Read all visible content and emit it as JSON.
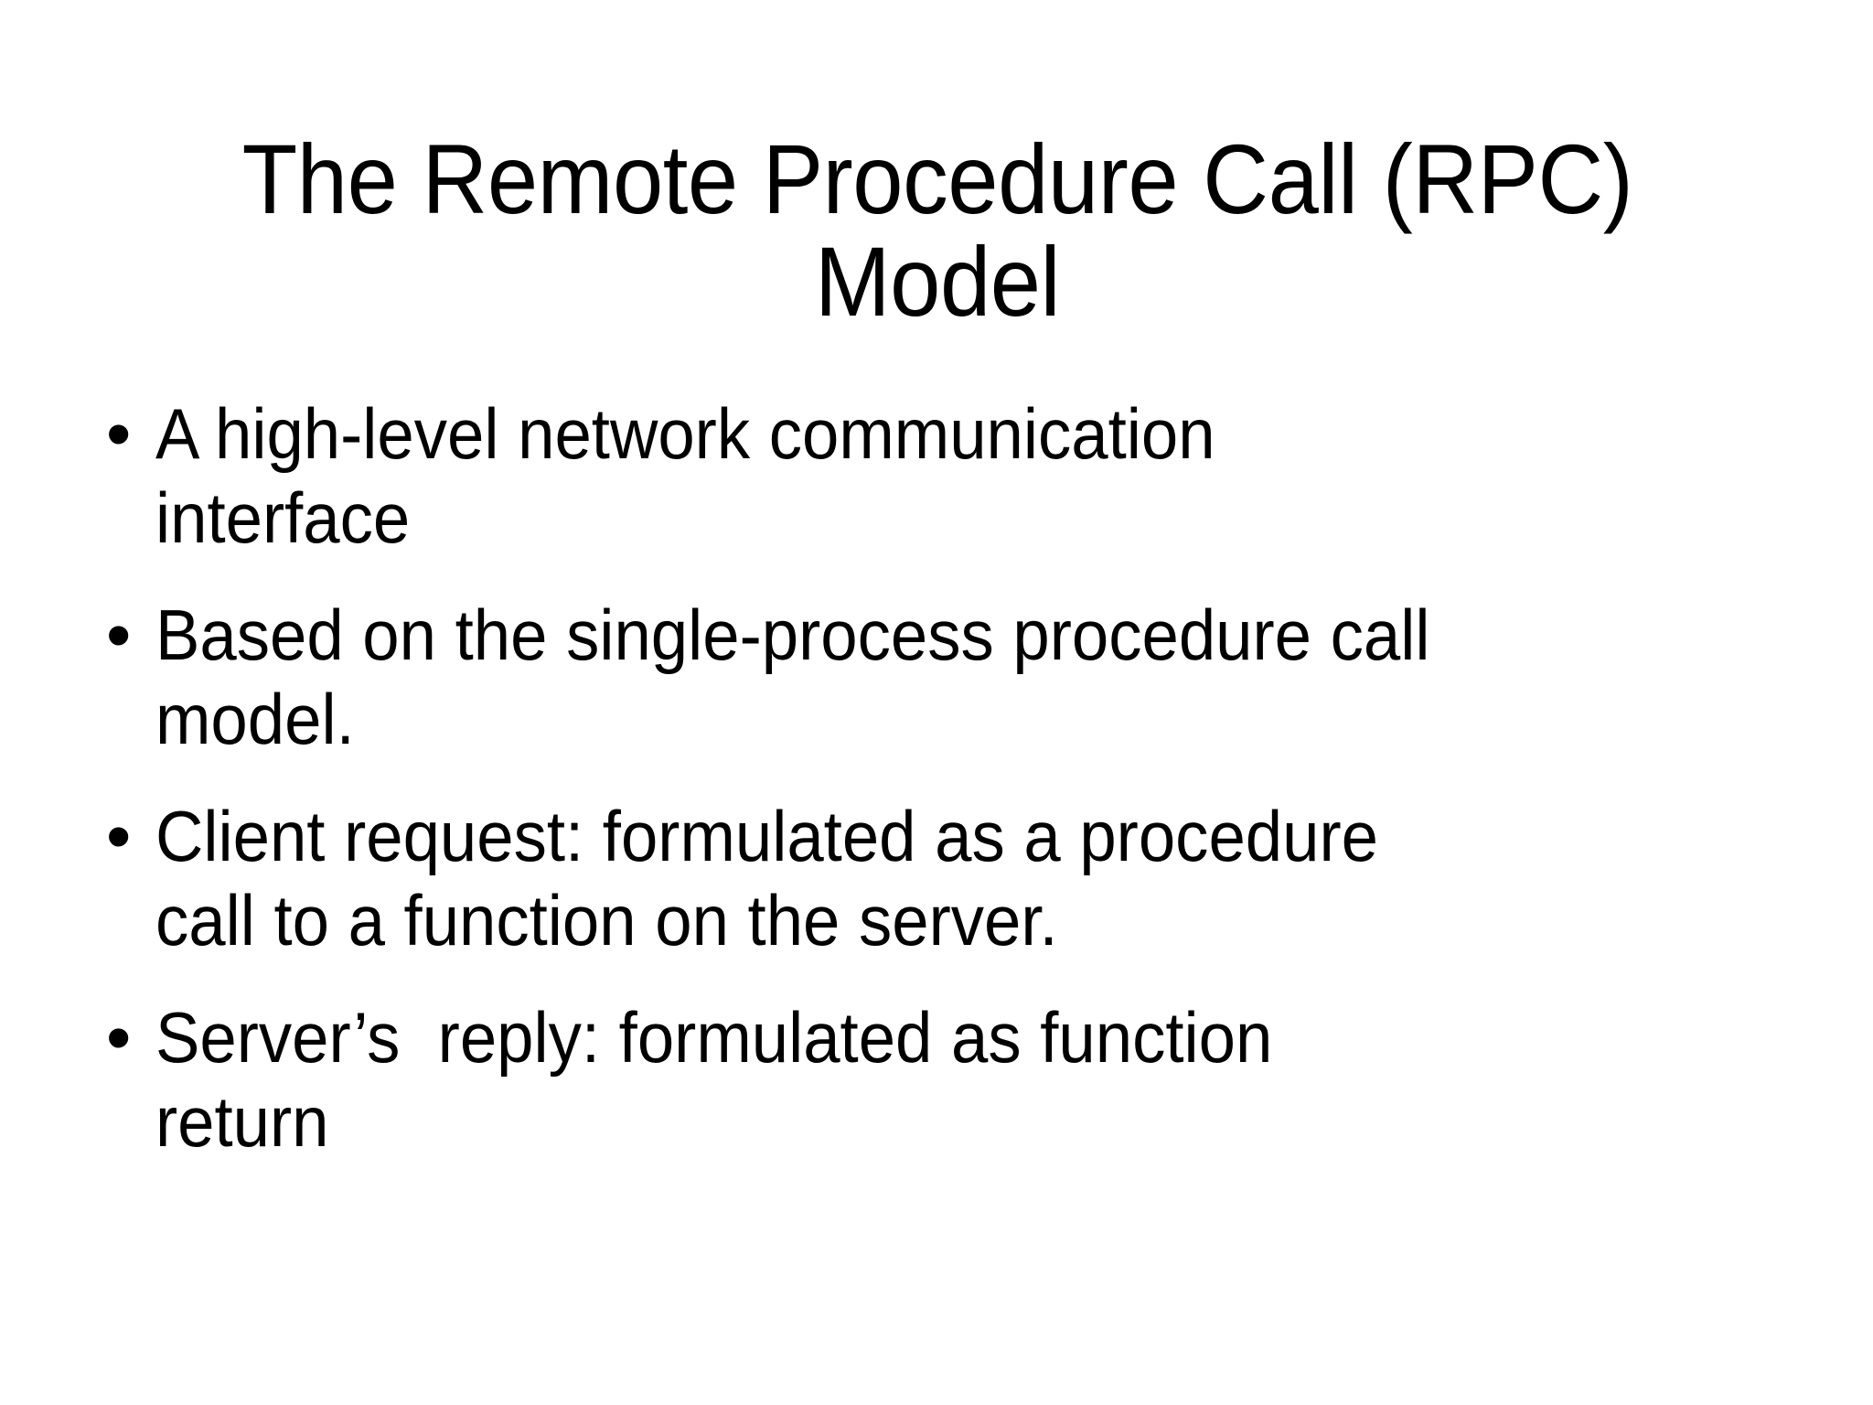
{
  "slide": {
    "title": "The Remote Procedure Call (RPC) Model",
    "title_line_1": "The Remote Procedure Call",
    "title_line_2": "(RPC) Model",
    "background_color": "#ffffff",
    "text_color": "#000000",
    "bullet_glyph": "•",
    "bullets": [
      {
        "text": "A high-level network communication interface"
      },
      {
        "text": "Based on the single-process procedure call model."
      },
      {
        "text": "Client request: formulated as a procedure call to a function on the server."
      },
      {
        "text": "Server’s  reply: formulated as function return"
      }
    ]
  }
}
